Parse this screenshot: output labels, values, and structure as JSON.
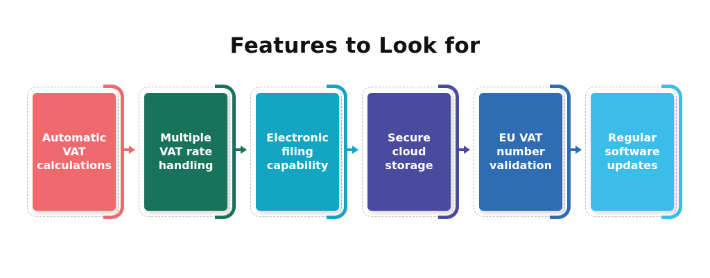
{
  "title": "Features to Look for",
  "steps": [
    {
      "label": "Automatic VAT calculations",
      "color": "#ef6a6e"
    },
    {
      "label": "Multiple VAT rate handling",
      "color": "#19735a"
    },
    {
      "label": "Electronic filing capability",
      "color": "#14a5c3"
    },
    {
      "label": "Secure cloud storage",
      "color": "#4a4a9e"
    },
    {
      "label": "EU VAT number validation",
      "color": "#2e6db3"
    },
    {
      "label": "Regular software updates",
      "color": "#3bbde9"
    }
  ]
}
